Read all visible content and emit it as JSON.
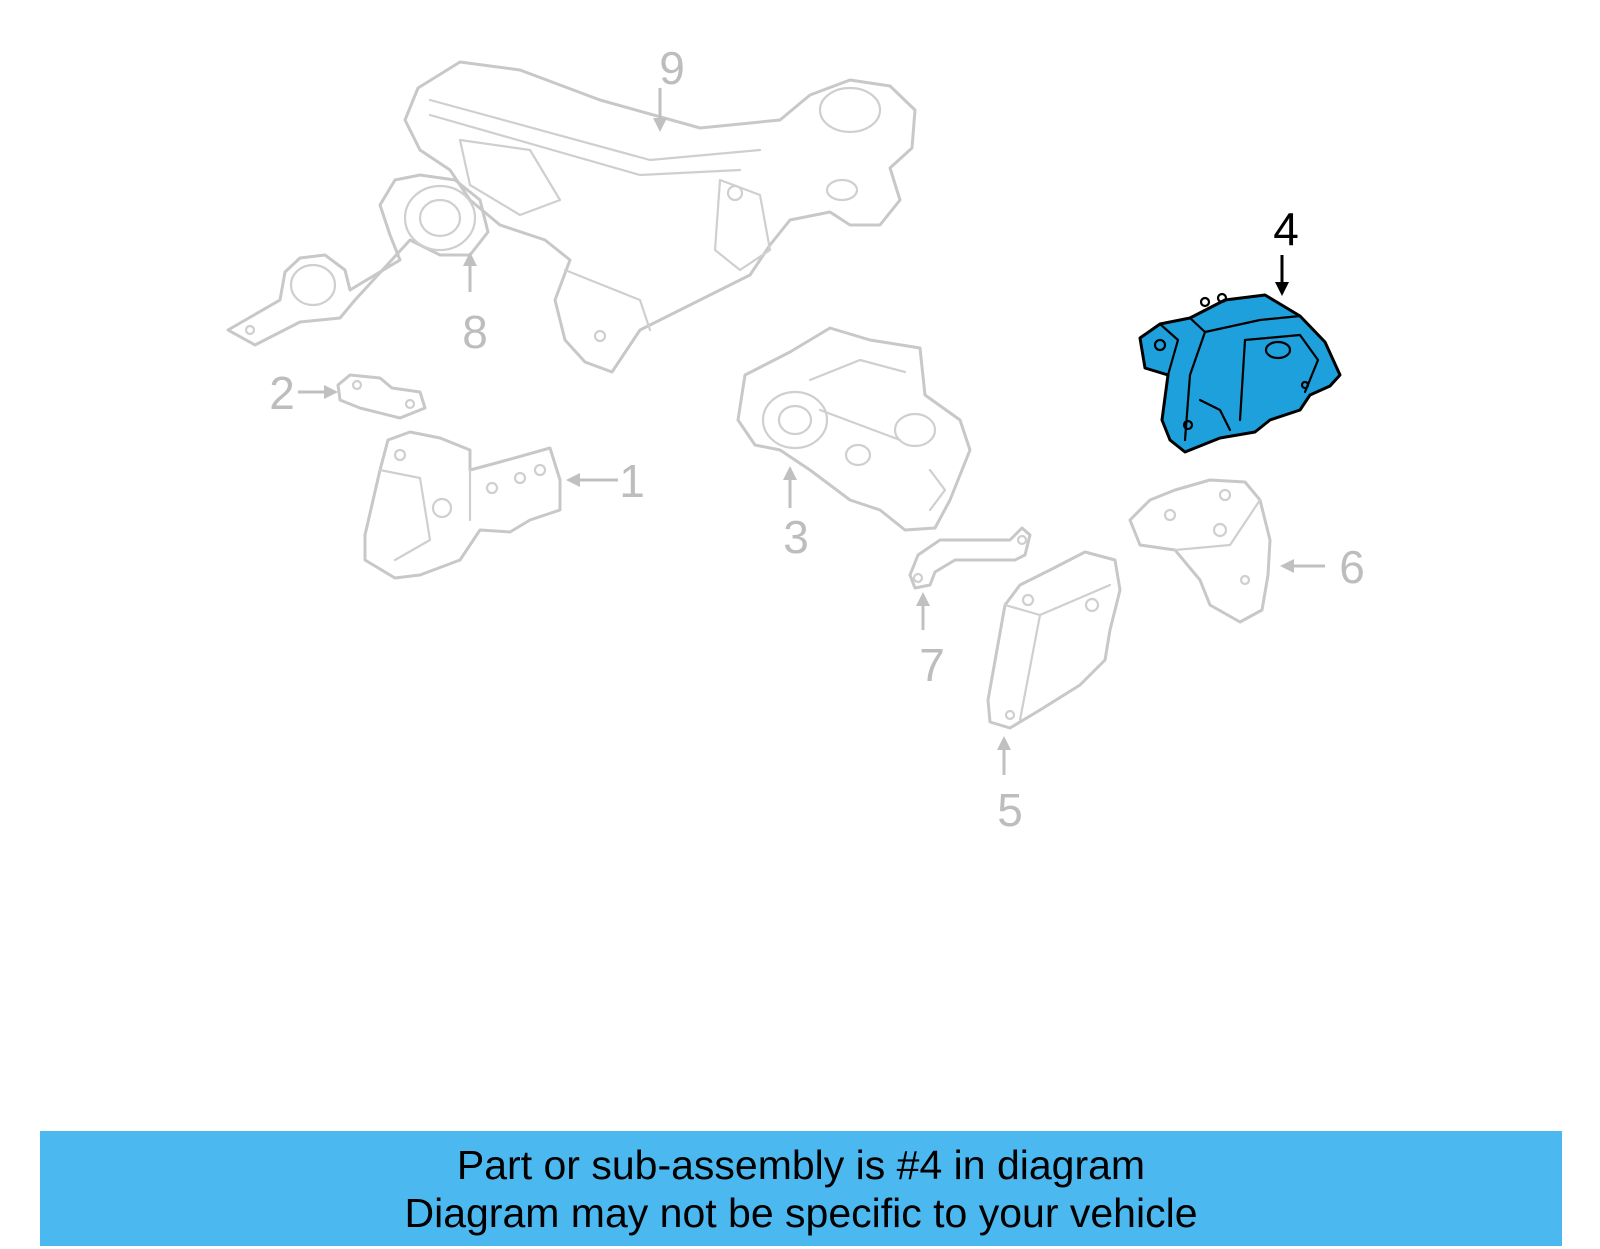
{
  "colors": {
    "banner": "#4cb8f0",
    "highlight_fill": "#1ea0dd",
    "faded_stroke": "#c8c8c8",
    "faded_label": "#bdbdbd",
    "highlight_label": "#000000"
  },
  "callouts": [
    {
      "id": "1",
      "label": "1",
      "highlighted": false
    },
    {
      "id": "2",
      "label": "2",
      "highlighted": false
    },
    {
      "id": "3",
      "label": "3",
      "highlighted": false
    },
    {
      "id": "4",
      "label": "4",
      "highlighted": true
    },
    {
      "id": "5",
      "label": "5",
      "highlighted": false
    },
    {
      "id": "6",
      "label": "6",
      "highlighted": false
    },
    {
      "id": "7",
      "label": "7",
      "highlighted": false
    },
    {
      "id": "8",
      "label": "8",
      "highlighted": false
    },
    {
      "id": "9",
      "label": "9",
      "highlighted": false
    }
  ],
  "banner": {
    "line1": "Part or sub-assembly is #4 in diagram",
    "line2": "Diagram may not be specific to your vehicle"
  }
}
